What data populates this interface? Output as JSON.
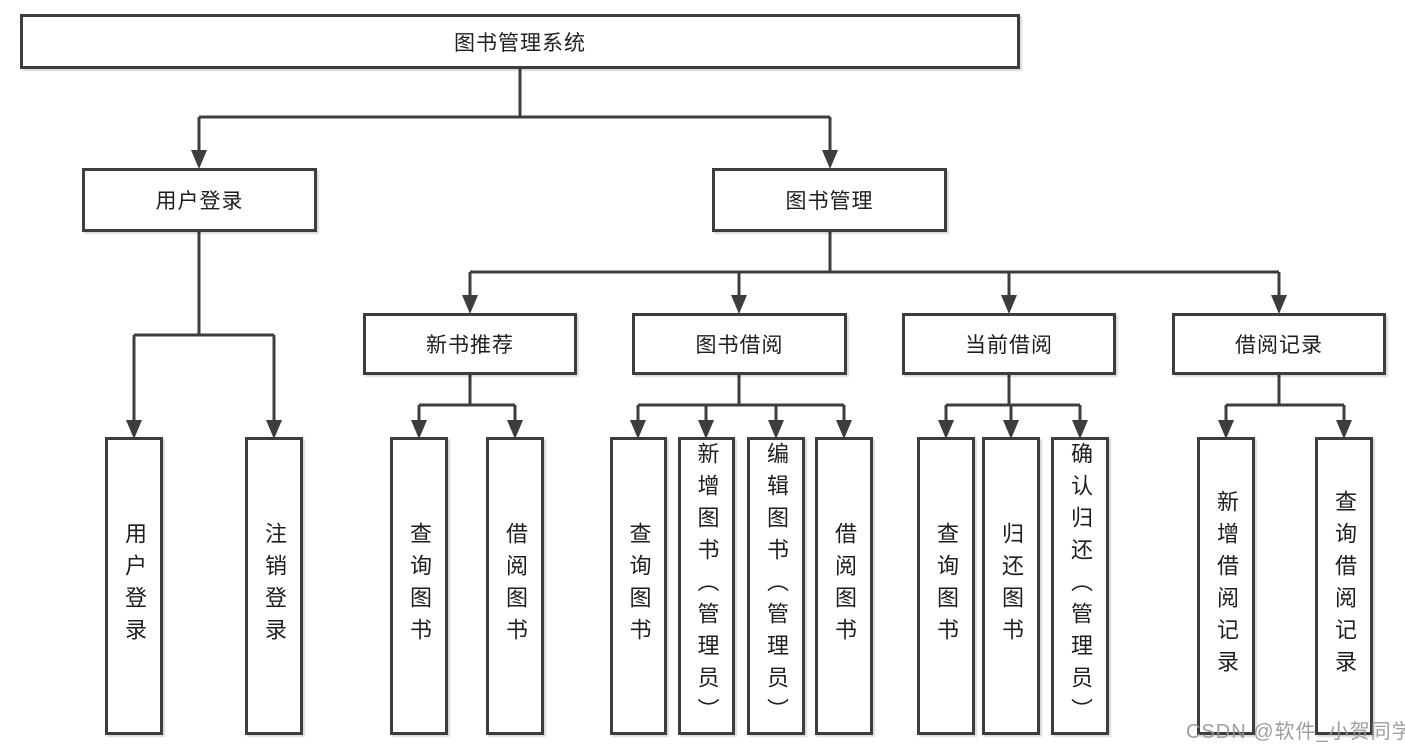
{
  "diagram": {
    "type": "tree",
    "root": {
      "label": "图书管理系统",
      "children": [
        {
          "label": "用户登录",
          "children": [
            {
              "label": "用户登录"
            },
            {
              "label": "注销登录"
            }
          ]
        },
        {
          "label": "图书管理",
          "children": [
            {
              "label": "新书推荐",
              "children": [
                {
                  "label": "查询图书"
                },
                {
                  "label": "借阅图书"
                }
              ]
            },
            {
              "label": "图书借阅",
              "children": [
                {
                  "label": "查询图书"
                },
                {
                  "label": "新增图书（管理员）"
                },
                {
                  "label": "编辑图书（管理员）"
                },
                {
                  "label": "借阅图书"
                }
              ]
            },
            {
              "label": "当前借阅",
              "children": [
                {
                  "label": "查询图书"
                },
                {
                  "label": "归还图书"
                },
                {
                  "label": "确认归还（管理员）"
                }
              ]
            },
            {
              "label": "借阅记录",
              "children": [
                {
                  "label": "新增借阅记录"
                },
                {
                  "label": "查询借阅记录"
                }
              ]
            }
          ]
        }
      ]
    }
  },
  "watermark": {
    "text": "CSDN @软件_小贺同学"
  },
  "colors": {
    "line": "#3d3d3d",
    "text": "#1e1e1e",
    "box_background": "#ffffff",
    "background": "#ffffff",
    "watermark": "#969696"
  }
}
